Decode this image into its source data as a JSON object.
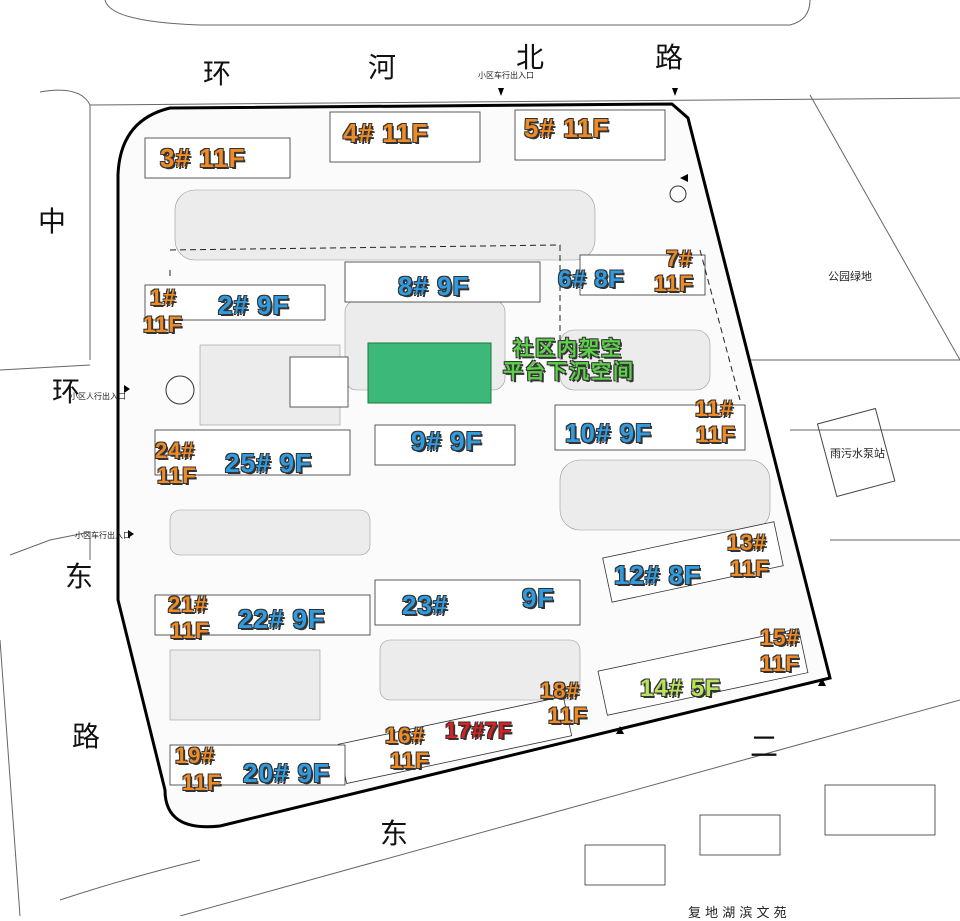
{
  "roads": {
    "north": [
      "环",
      "河",
      "北",
      "路"
    ],
    "west": [
      "中",
      "环",
      "东",
      "路"
    ],
    "south": [
      "东",
      "二"
    ]
  },
  "buildings": [
    {
      "id": "b3",
      "text": "3# 11F",
      "color": "orange"
    },
    {
      "id": "b4",
      "text": "4# 11F",
      "color": "orange"
    },
    {
      "id": "b5",
      "text": "5# 11F",
      "color": "orange"
    },
    {
      "id": "b7a",
      "text": "7#",
      "color": "orange"
    },
    {
      "id": "b7b",
      "text": "11F",
      "color": "orange"
    },
    {
      "id": "b1a",
      "text": "1#",
      "color": "orange"
    },
    {
      "id": "b1b",
      "text": "11F",
      "color": "orange"
    },
    {
      "id": "b2",
      "text": "2# 9F",
      "color": "blue"
    },
    {
      "id": "b8",
      "text": "8# 9F",
      "color": "blue"
    },
    {
      "id": "b6",
      "text": "6# 8F",
      "color": "blue"
    },
    {
      "id": "b24a",
      "text": "24#",
      "color": "orange"
    },
    {
      "id": "b24b",
      "text": "11F",
      "color": "orange"
    },
    {
      "id": "b25",
      "text": "25# 9F",
      "color": "blue"
    },
    {
      "id": "b9",
      "text": "9# 9F",
      "color": "blue"
    },
    {
      "id": "b10",
      "text": "10# 9F",
      "color": "blue"
    },
    {
      "id": "b11a",
      "text": "11#",
      "color": "orange"
    },
    {
      "id": "b11b",
      "text": "11F",
      "color": "orange"
    },
    {
      "id": "b13a",
      "text": "13#",
      "color": "orange"
    },
    {
      "id": "b13b",
      "text": "11F",
      "color": "orange"
    },
    {
      "id": "b12",
      "text": "12# 8F",
      "color": "blue"
    },
    {
      "id": "b21a",
      "text": "21#",
      "color": "orange"
    },
    {
      "id": "b21b",
      "text": "11F",
      "color": "orange"
    },
    {
      "id": "b22",
      "text": "22# 9F",
      "color": "blue"
    },
    {
      "id": "b23a",
      "text": "23#",
      "color": "blue"
    },
    {
      "id": "b23b",
      "text": "9F",
      "color": "blue"
    },
    {
      "id": "b15a",
      "text": "15#",
      "color": "orange"
    },
    {
      "id": "b15b",
      "text": "11F",
      "color": "orange"
    },
    {
      "id": "b14",
      "text": "14# 5F",
      "color": "lime"
    },
    {
      "id": "b18a",
      "text": "18#",
      "color": "orange"
    },
    {
      "id": "b18b",
      "text": "11F",
      "color": "orange"
    },
    {
      "id": "b16a",
      "text": "16#",
      "color": "orange"
    },
    {
      "id": "b16b",
      "text": "11F",
      "color": "orange"
    },
    {
      "id": "b17",
      "text": "17#7F",
      "color": "red"
    },
    {
      "id": "b19a",
      "text": "19#",
      "color": "orange"
    },
    {
      "id": "b19b",
      "text": "11F",
      "color": "orange"
    },
    {
      "id": "b20",
      "text": "20# 9F",
      "color": "blue"
    }
  ],
  "feature": {
    "line1": "社区内架空",
    "line2": "平台下沉空间"
  },
  "labels": {
    "north_vehicle_entrance": "小区车行出入口",
    "west_pedestrian_entrance": "小区人行出入口",
    "west_vehicle_entrance": "小区车行出入口",
    "park": "公园绿地",
    "pump_station": "雨污水泵站",
    "bottom_text": "复 地 湖 滨 文 苑"
  },
  "colors": {
    "orange": "#f08a24",
    "blue": "#2f9be0",
    "red": "#e02020",
    "lime": "#b6e35a",
    "green_plaza": "#3cb878",
    "boundary": "#000000"
  }
}
